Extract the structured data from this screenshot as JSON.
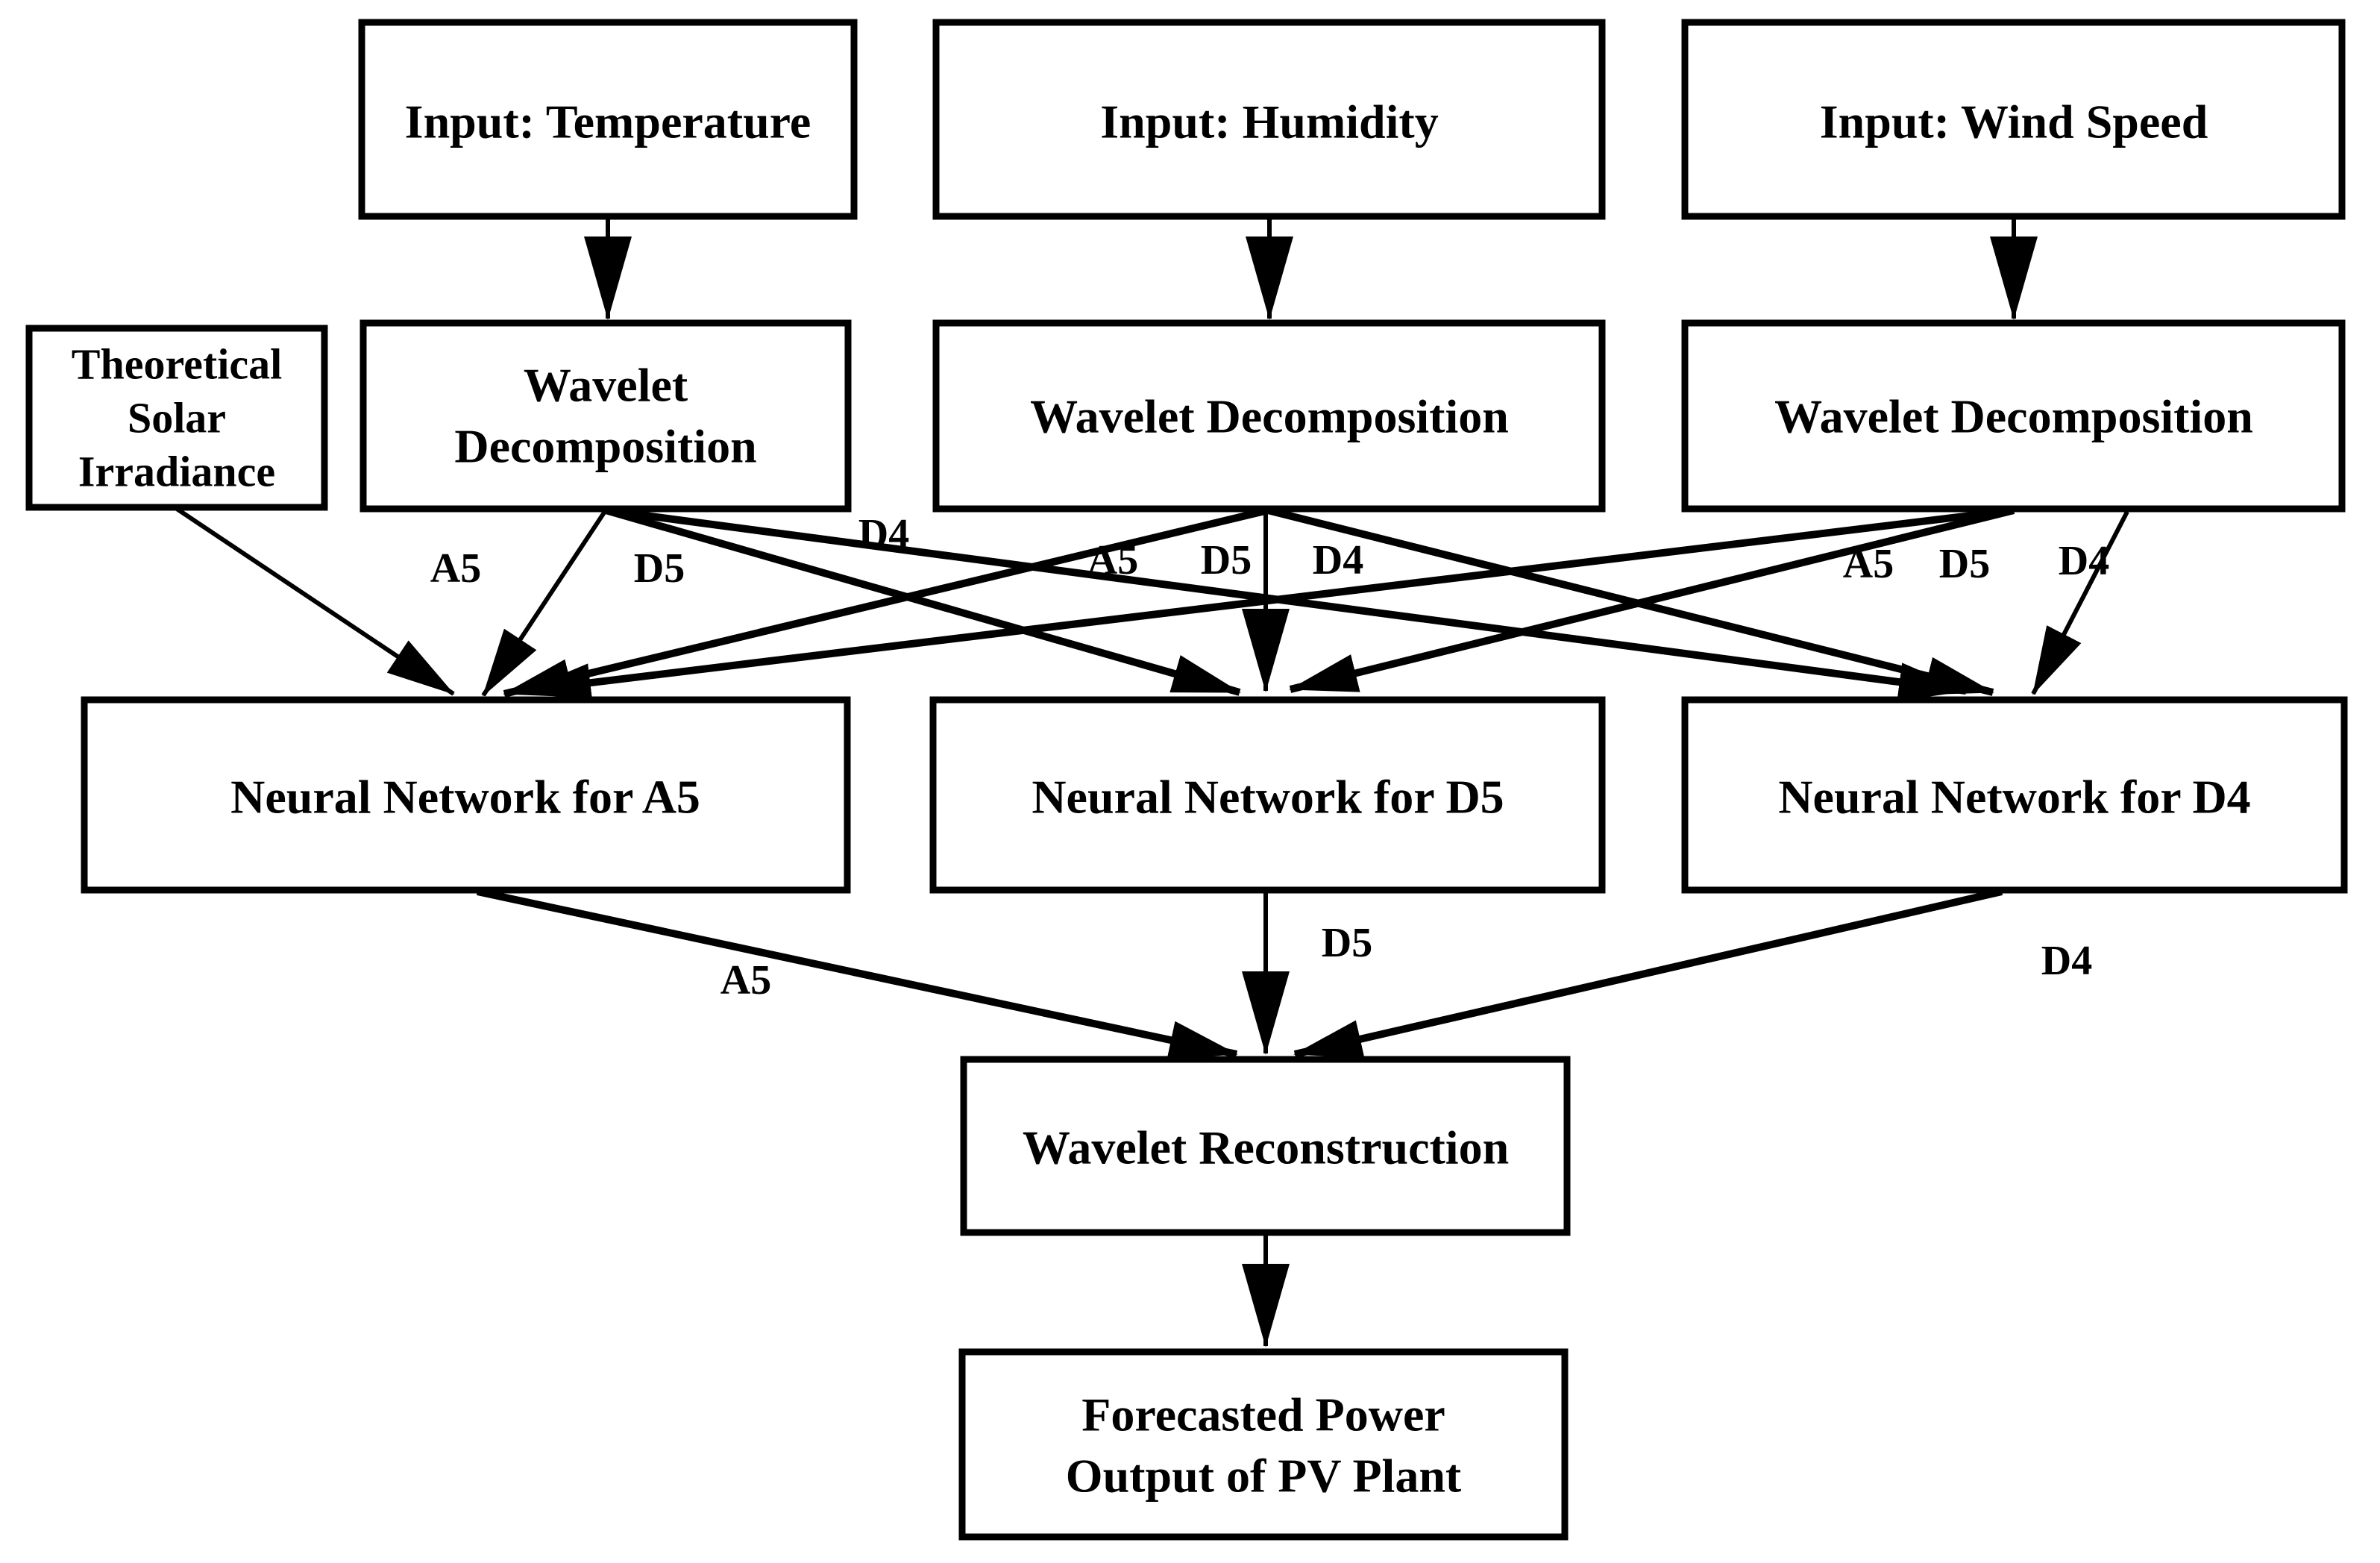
{
  "diagram": {
    "colors": {
      "background": "#ffffff",
      "line": "#000000",
      "box_fill": "#ffffff",
      "text": "#000000"
    },
    "nodes": {
      "input_temperature": {
        "label": "Input: Temperature"
      },
      "input_humidity": {
        "label": "Input: Humidity"
      },
      "input_wind_speed": {
        "label": "Input: Wind Speed"
      },
      "theoretical_solar_irradiance": {
        "line1": "Theoretical",
        "line2": "Solar",
        "line3": "Irradiance"
      },
      "wavelet_decomposition_temperature": {
        "line1": "Wavelet",
        "line2": "Decomposition"
      },
      "wavelet_decomposition_humidity": {
        "label": "Wavelet Decomposition"
      },
      "wavelet_decomposition_wind": {
        "label": "Wavelet Decomposition"
      },
      "neural_network_a5": {
        "label": "Neural Network for A5"
      },
      "neural_network_d5": {
        "label": "Neural Network for D5"
      },
      "neural_network_d4": {
        "label": "Neural Network for D4"
      },
      "wavelet_reconstruction": {
        "label": "Wavelet Reconstruction"
      },
      "forecasted_output": {
        "line1": "Forecasted Power",
        "line2": "Output of PV Plant"
      }
    },
    "edge_labels": {
      "temperature_a5": "A5",
      "temperature_d5": "D5",
      "temperature_d4": "D4",
      "humidity_a5": "A5",
      "humidity_d5": "D5",
      "humidity_d4": "D4",
      "wind_a5": "A5",
      "wind_d5": "D5",
      "wind_d4": "D4",
      "output_a5": "A5",
      "output_d5": "D5",
      "output_d4": "D4"
    }
  }
}
